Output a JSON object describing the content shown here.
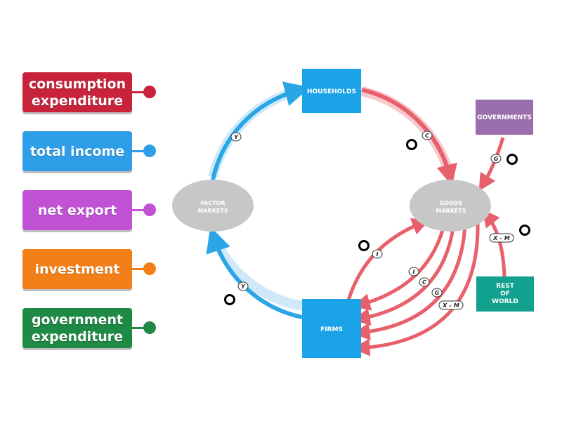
{
  "labels": [
    {
      "text": "consumption expenditure",
      "color": "#c8233b"
    },
    {
      "text": "total income",
      "color": "#2f9ee8"
    },
    {
      "text": "net export",
      "color": "#c152d6"
    },
    {
      "text": "investment",
      "color": "#f27f17"
    },
    {
      "text": "government expenditure",
      "color": "#1f8a45"
    }
  ],
  "diagram": {
    "households": "HOUSEHOLDS",
    "firms": "FIRMS",
    "governments": "GOVERNMENTS",
    "rest_of_world": [
      "REST",
      "OF",
      "WORLD"
    ],
    "factor_markets": [
      "FACTOR",
      "MARKETS"
    ],
    "goods_markets": [
      "GOODS",
      "MARKETS"
    ],
    "tags": {
      "y_top": "Y",
      "y_bottom": "Y",
      "c_top": "C",
      "g_gov": "G",
      "xm_row": "X – M",
      "i_left": "I",
      "i_mid": "I",
      "c_mid": "C",
      "g_mid": "G",
      "xm_mid": "X – M"
    },
    "colors": {
      "node_blue": "#1aa3e8",
      "income_flow": "#2aa6e6",
      "expenditure_flow": "#e8606b",
      "market_gray": "#c7c7c7",
      "governments": "#9b6fae",
      "rest_of_world": "#12a18e"
    }
  }
}
